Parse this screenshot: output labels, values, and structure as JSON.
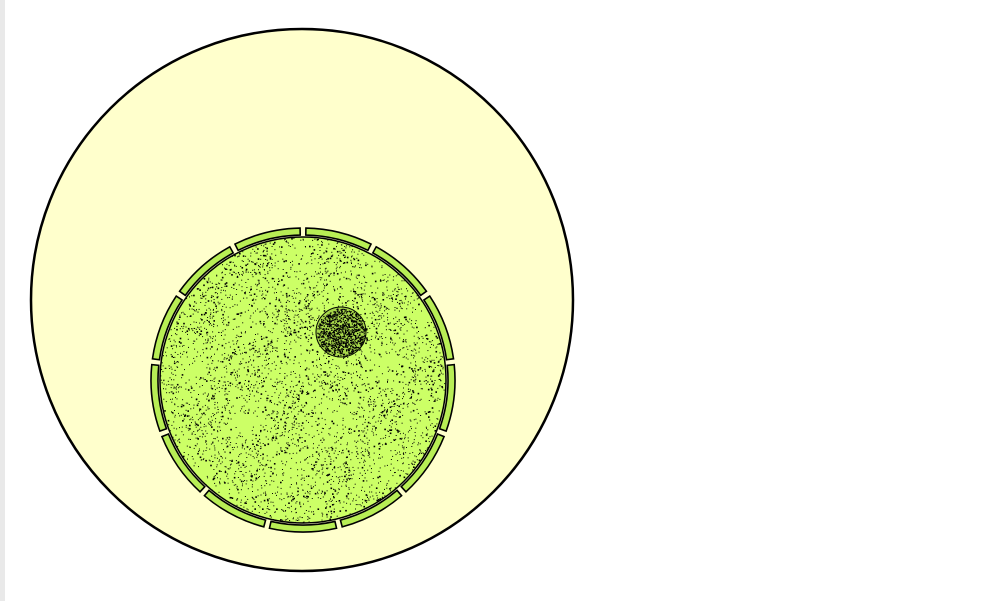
{
  "diagram": {
    "background_color": "#ffffff",
    "cell_fill_color": "#ffffcc",
    "nucleus_fill_color": "#ccff66",
    "stipple_color": "#000000",
    "outline_color": "#000000",
    "shapes": [
      "cell-outline",
      "nuclear-envelope",
      "nucleoplasm-chromatin",
      "nucleolus"
    ]
  }
}
